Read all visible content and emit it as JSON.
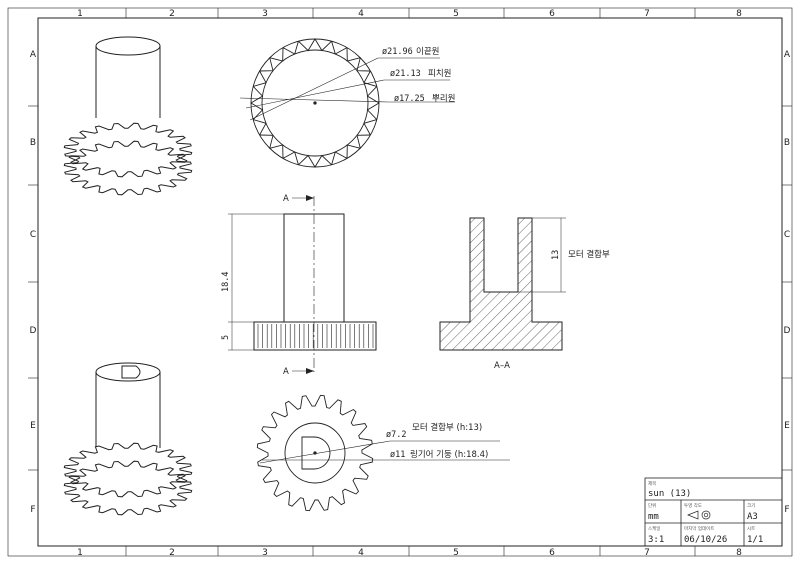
{
  "zones": {
    "columns": [
      "1",
      "2",
      "3",
      "4",
      "5",
      "6",
      "7",
      "8"
    ],
    "rows": [
      "A",
      "B",
      "C",
      "D",
      "E",
      "F"
    ]
  },
  "callouts": {
    "tip": {
      "dim": "ø21.96",
      "name": "이끝원"
    },
    "pitch": {
      "dim": "ø21.13",
      "name": "피치원"
    },
    "root": {
      "dim": "ø17.25",
      "name": "뿌리원"
    },
    "motor_bore": {
      "dim": "ø7.2",
      "name": "모터 결합부 (h:13)"
    },
    "shaft": {
      "dim": "ø11",
      "name": "링기어 기둥 (h:18.4)"
    }
  },
  "front_view": {
    "height_dim": "18.4",
    "gear_dim": "5",
    "section_mark": "A"
  },
  "section_view": {
    "depth_dim": "13",
    "depth_note": "모터 결합부",
    "label": "A–A"
  },
  "title_block": {
    "title_caption": "제목",
    "title": "sun (13)",
    "unit_caption": "단위",
    "unit": "mm",
    "proj_caption": "투영 각도",
    "size_caption": "크기",
    "size": "A3",
    "scale_caption": "스케일",
    "scale": "3:1",
    "date_caption": "마지막 업데이트",
    "date": "06/10/26",
    "sheet_caption": "시트",
    "sheet": "1/1"
  }
}
